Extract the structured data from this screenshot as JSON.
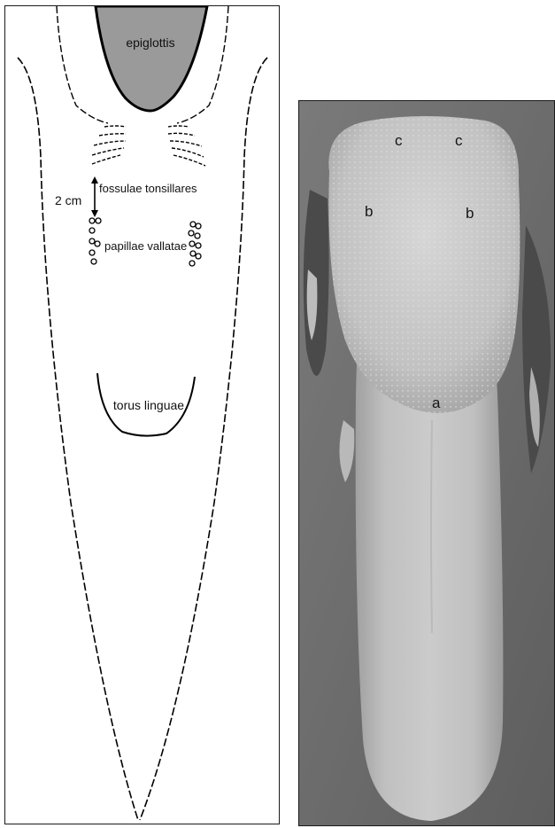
{
  "schematic": {
    "labels": {
      "epiglottis": "epiglottis",
      "fossulae_tonsillares": "fossulae tonsillares",
      "measurement": "2 cm",
      "papillae_vallatae": "papillae vallatae",
      "torus_linguae": "torus linguae"
    },
    "colors": {
      "epiglottis_fill": "#9a9a9a",
      "outline": "#000000"
    }
  },
  "photo": {
    "markers": {
      "c_left": "c",
      "c_right": "c",
      "b_left": "b",
      "b_right": "b",
      "a": "a"
    },
    "colors": {
      "background": "#6a6a6a",
      "tongue_light": "#cfcfcf",
      "tongue_mid": "#b8b8b8",
      "tongue_shadow": "#a4a4a4"
    }
  }
}
